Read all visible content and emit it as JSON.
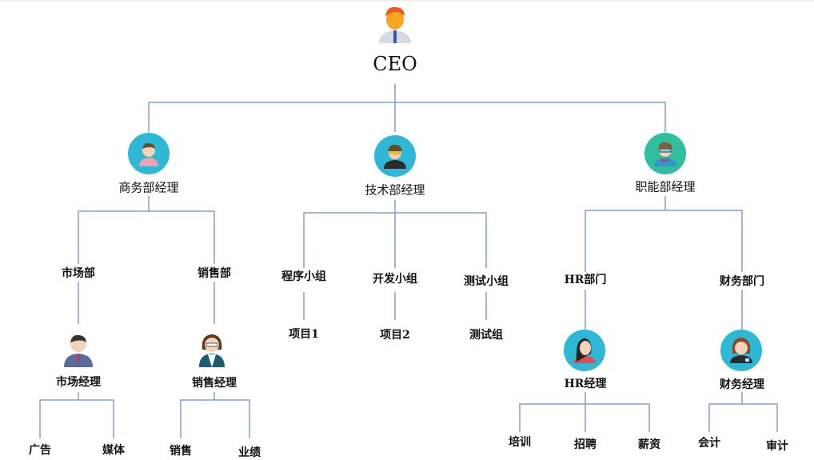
{
  "ceo": {
    "label": "CEO"
  },
  "managers": [
    {
      "label": "商务部经理"
    },
    {
      "label": "技术部经理"
    },
    {
      "label": "职能部经理"
    }
  ],
  "business": {
    "depts": [
      "市场部",
      "销售部"
    ],
    "leads": [
      "市场经理",
      "销售经理"
    ],
    "market_tasks": [
      "广告",
      "媒体"
    ],
    "sales_tasks": [
      "销售",
      "业绩"
    ]
  },
  "tech": {
    "groups": [
      "程序小组",
      "开发小组",
      "测试小组"
    ],
    "items": [
      "项目1",
      "项目2",
      "测试组"
    ]
  },
  "functional": {
    "depts": [
      "HR部门",
      "财务部门"
    ],
    "leads": [
      "HR经理",
      "财务经理"
    ],
    "hr_tasks": [
      "培训",
      "招聘",
      "薪资"
    ],
    "finance_tasks": [
      "会计",
      "审计"
    ]
  },
  "colors": {
    "line": "#7f9fcf",
    "cyan": "#2fb7d6",
    "teal": "#2fbf9f"
  }
}
